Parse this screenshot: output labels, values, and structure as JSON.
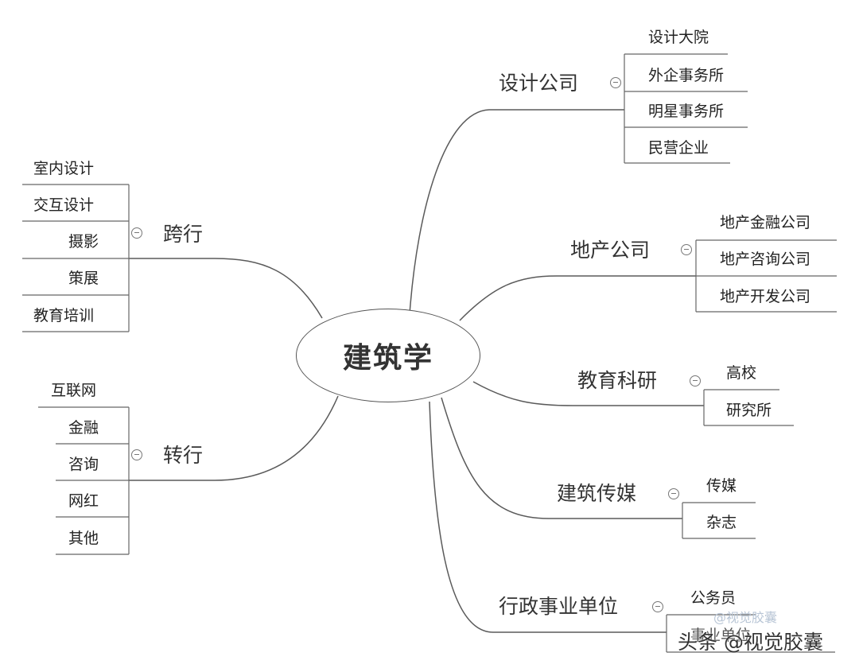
{
  "center": "建筑学",
  "branches_right": [
    {
      "label": "设计公司",
      "leaves": [
        "设计大院",
        "外企事务所",
        "明星事务所",
        "民营企业"
      ]
    },
    {
      "label": "地产公司",
      "leaves": [
        "地产金融公司",
        "地产咨询公司",
        "地产开发公司"
      ]
    },
    {
      "label": "教育科研",
      "leaves": [
        "高校",
        "研究所"
      ]
    },
    {
      "label": "建筑传媒",
      "leaves": [
        "传媒",
        "杂志"
      ]
    },
    {
      "label": "行政事业单位",
      "leaves": [
        "公务员",
        "事业单位"
      ]
    }
  ],
  "branches_left": [
    {
      "label": "跨行",
      "leaves": [
        "室内设计",
        "交互设计",
        "摄影",
        "策展",
        "教育培训"
      ]
    },
    {
      "label": "转行",
      "leaves": [
        "互联网",
        "金融",
        "咨询",
        "网红",
        "其他"
      ]
    }
  ],
  "watermark": "头条 @视觉胶囊",
  "watermark_faint": "@视觉胶囊"
}
